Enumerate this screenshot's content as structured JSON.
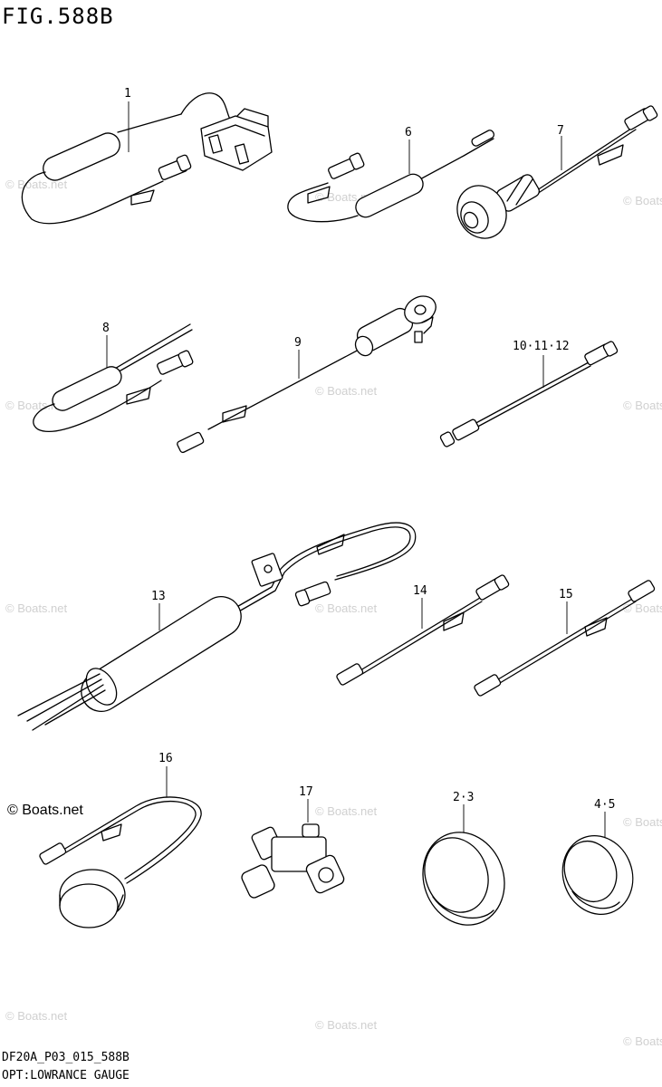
{
  "figure": {
    "title": "FIG.588B",
    "drawing_code": "DF20A_P03_015_588B",
    "caption": "OPT:LOWRANCE GAUGE"
  },
  "parts": [
    {
      "label": "1",
      "icon": "transducer-cable-icon"
    },
    {
      "label": "6",
      "icon": "power-cable-icon"
    },
    {
      "label": "7",
      "icon": "through-hull-connector-icon"
    },
    {
      "label": "8",
      "icon": "power-cable-icon"
    },
    {
      "label": "9",
      "icon": "sensor-cable-icon"
    },
    {
      "label": "10·11·12",
      "icon": "extension-cable-icon"
    },
    {
      "label": "13",
      "icon": "engine-interface-cable-icon"
    },
    {
      "label": "14",
      "icon": "drop-cable-icon"
    },
    {
      "label": "15",
      "icon": "drop-cable-icon"
    },
    {
      "label": "16",
      "icon": "gps-antenna-icon"
    },
    {
      "label": "17",
      "icon": "t-connector-icon"
    },
    {
      "label": "2·3",
      "icon": "bezel-ring-icon"
    },
    {
      "label": "4·5",
      "icon": "bezel-ring-icon"
    }
  ],
  "watermark": {
    "text": "© Boats.net"
  }
}
